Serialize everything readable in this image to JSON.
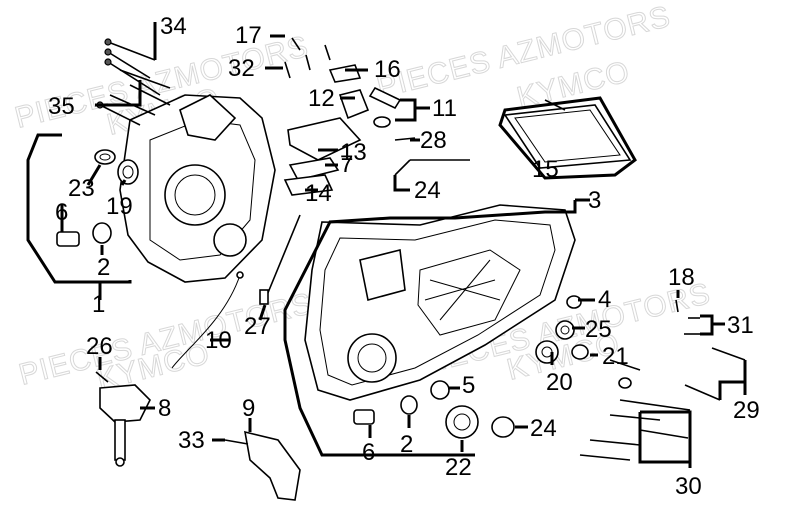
{
  "watermark": {
    "brand_a": "PIECES AZMOTORS",
    "brand_b": "KYMCO"
  },
  "callouts": [
    {
      "id": "c1",
      "text": "1"
    },
    {
      "id": "c2a",
      "text": "2"
    },
    {
      "id": "c2b",
      "text": "2"
    },
    {
      "id": "c3",
      "text": "3"
    },
    {
      "id": "c4",
      "text": "4"
    },
    {
      "id": "c5",
      "text": "5"
    },
    {
      "id": "c6a",
      "text": "6"
    },
    {
      "id": "c6b",
      "text": "6"
    },
    {
      "id": "c7",
      "text": "7"
    },
    {
      "id": "c8",
      "text": "8"
    },
    {
      "id": "c9",
      "text": "9"
    },
    {
      "id": "c10",
      "text": "10"
    },
    {
      "id": "c11",
      "text": "11"
    },
    {
      "id": "c12",
      "text": "12"
    },
    {
      "id": "c13",
      "text": "13"
    },
    {
      "id": "c14",
      "text": "14"
    },
    {
      "id": "c15",
      "text": "15"
    },
    {
      "id": "c16",
      "text": "16"
    },
    {
      "id": "c17",
      "text": "17"
    },
    {
      "id": "c18",
      "text": "18"
    },
    {
      "id": "c19",
      "text": "19"
    },
    {
      "id": "c20",
      "text": "20"
    },
    {
      "id": "c21",
      "text": "21"
    },
    {
      "id": "c22",
      "text": "22"
    },
    {
      "id": "c23",
      "text": "23"
    },
    {
      "id": "c24a",
      "text": "24"
    },
    {
      "id": "c24b",
      "text": "24"
    },
    {
      "id": "c25",
      "text": "25"
    },
    {
      "id": "c26",
      "text": "26"
    },
    {
      "id": "c27",
      "text": "27"
    },
    {
      "id": "c28",
      "text": "28"
    },
    {
      "id": "c29",
      "text": "29"
    },
    {
      "id": "c30",
      "text": "30"
    },
    {
      "id": "c31",
      "text": "31"
    },
    {
      "id": "c32",
      "text": "32"
    },
    {
      "id": "c33",
      "text": "33"
    },
    {
      "id": "c34",
      "text": "34"
    },
    {
      "id": "c35",
      "text": "35"
    }
  ]
}
